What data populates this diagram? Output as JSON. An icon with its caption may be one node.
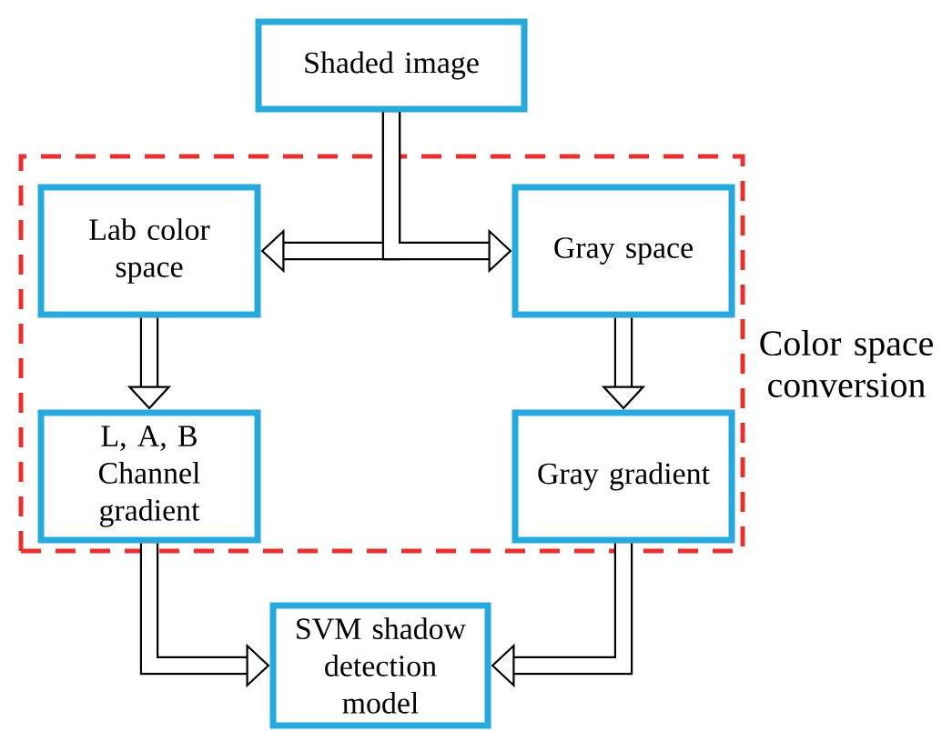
{
  "diagram": {
    "nodes": [
      {
        "text": [
          "Shaded image"
        ]
      },
      {
        "text": [
          "Color space conversion"
        ]
      },
      {
        "text": [
          "Lab color space"
        ],
        "in": 1
      },
      {
        "text": [
          "Gray space"
        ],
        "in": 1
      },
      {
        "text": [
          "L, A, B Channel gradient"
        ],
        "in": 1
      },
      {
        "text": [
          "Gray gradient"
        ],
        "in": 1
      },
      {
        "text": [
          "SVM shadow detection model"
        ]
      }
    ],
    "edges": [
      {
        "from": 0,
        "to": 2,
        "arrow": "to"
      },
      {
        "from": 0,
        "to": 3,
        "arrow": "to"
      },
      {
        "from": 2,
        "to": 4,
        "arrow": "to"
      },
      {
        "from": 3,
        "to": 5,
        "arrow": "to"
      },
      {
        "from": 4,
        "to": 6,
        "arrow": "to"
      },
      {
        "from": 5,
        "to": 6,
        "arrow": "to"
      }
    ]
  }
}
